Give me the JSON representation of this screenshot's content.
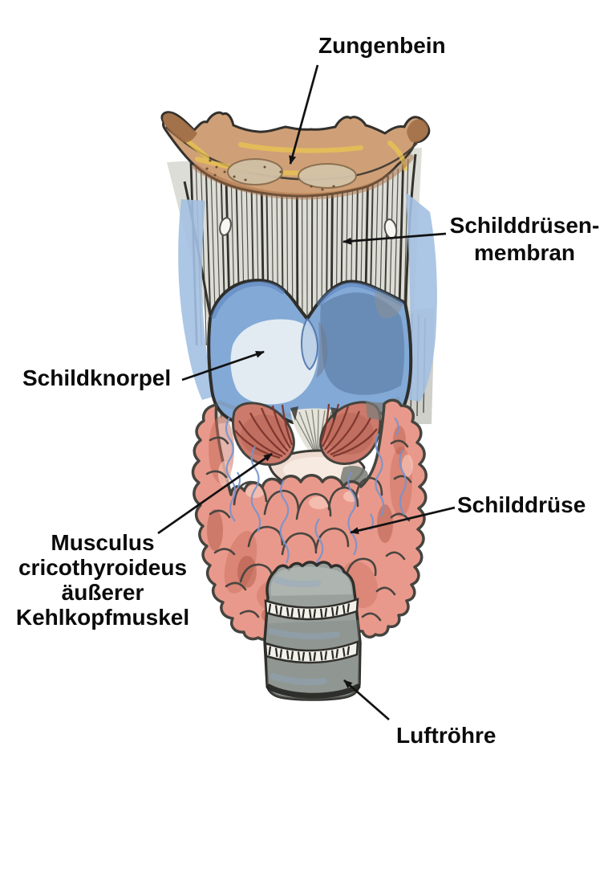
{
  "diagram": {
    "background_color": "#ffffff",
    "labels": {
      "zungenbein": {
        "text": "Zungenbein"
      },
      "schilddruesenmembran": {
        "line1": "Schilddrüsen-",
        "line2": "membran"
      },
      "schildknorpel": {
        "text": "Schildknorpel"
      },
      "musculus": {
        "line1": "Musculus",
        "line2": "cricothyroideus",
        "line3": "äußerer",
        "line4": "Kehlkopfmuskel"
      },
      "schilddruese": {
        "text": "Schilddrüse"
      },
      "luftroehre": {
        "text": "Luftröhre"
      }
    },
    "colors": {
      "paper": "#ffffff",
      "label_text": "#0b0b0b",
      "arrow": "#121212",
      "ink_outline": "#33312d",
      "bone_tan": "#cfa077",
      "bone_brown": "#9c6a42",
      "bone_yellow": "#e9c64f",
      "bone_patch": "#cfc0a5",
      "membrane_gray": "#dcddd6",
      "side_blue": "#a3c0e2",
      "cartilage_blue": "#83a9d6",
      "cartilage_dark": "#54749f",
      "cartilage_light": "#e7eef3",
      "cartilage_bulge": "#bdd2e8",
      "muscle_red": "#cb7a6c",
      "muscle_stria": "#7c352c",
      "fan_light": "#e3e3da",
      "arch_cream": "#eedbd0",
      "gland_pink": "#e9998b",
      "gland_dark": "#c76c5a",
      "gland_deep": "#a34a3a",
      "gland_light": "#f5c4b6",
      "vessel_blue": "#7693cd",
      "trachea_gray": "#9aa09c",
      "trachea_light": "#b7bcb8",
      "ring_white": "#f1f1ea",
      "shadow_gray": "#787d76"
    }
  }
}
